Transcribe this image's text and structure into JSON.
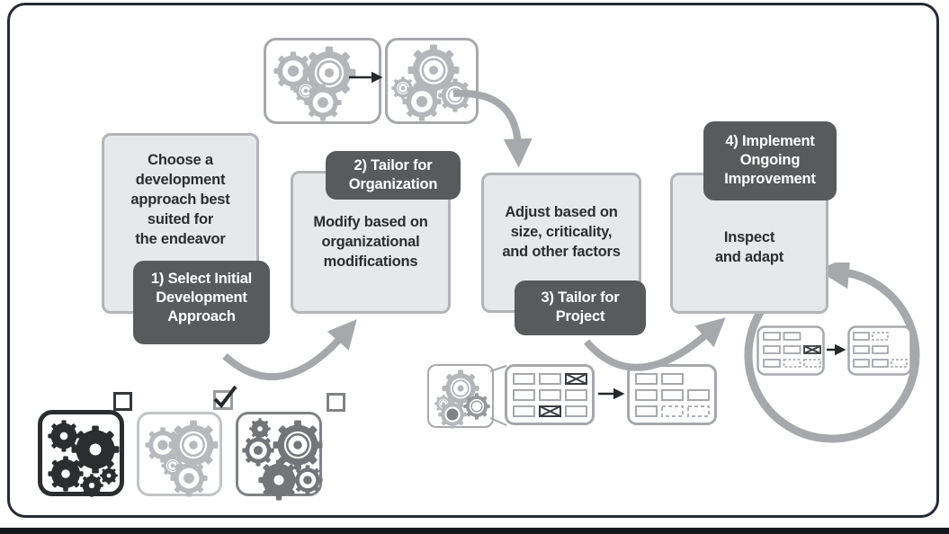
{
  "steps": [
    {
      "badge": "1) Select Initial\nDevelopment\nApproach",
      "description": "Choose a\ndevelopment\napproach best\nsuited for\nthe endeavor"
    },
    {
      "badge": "2) Tailor for\nOrganization",
      "description": "Modify based on\norganizational\nmodifications"
    },
    {
      "badge": "3) Tailor for\nProject",
      "description": "Adjust based on\nsize, criticality,\nand other factors"
    },
    {
      "badge": "4) Implement\nOngoing\nImprovement",
      "description": "Inspect\nand adapt"
    }
  ],
  "colors": {
    "badge_bg": "#595a5c",
    "badge_text": "#ffffff",
    "box_bg": "#e7e8e9",
    "box_border": "#b2b4b7",
    "arrow_gray": "#a6a8ab",
    "dark_ink": "#2b2d2e",
    "figure_border": "#272934"
  },
  "icons": {
    "gear_clusters": "gear-cluster-icon",
    "flow_arrows": "curved-arrow-icon",
    "straight_arrows": "right-arrow-icon",
    "approach_options": [
      "unchecked-checkbox-icon",
      "checked-checkbox-icon",
      "unchecked-checkbox-icon"
    ],
    "process_tables": "table-grid-icon",
    "improvement_cycle": "circular-arrow-icon"
  }
}
